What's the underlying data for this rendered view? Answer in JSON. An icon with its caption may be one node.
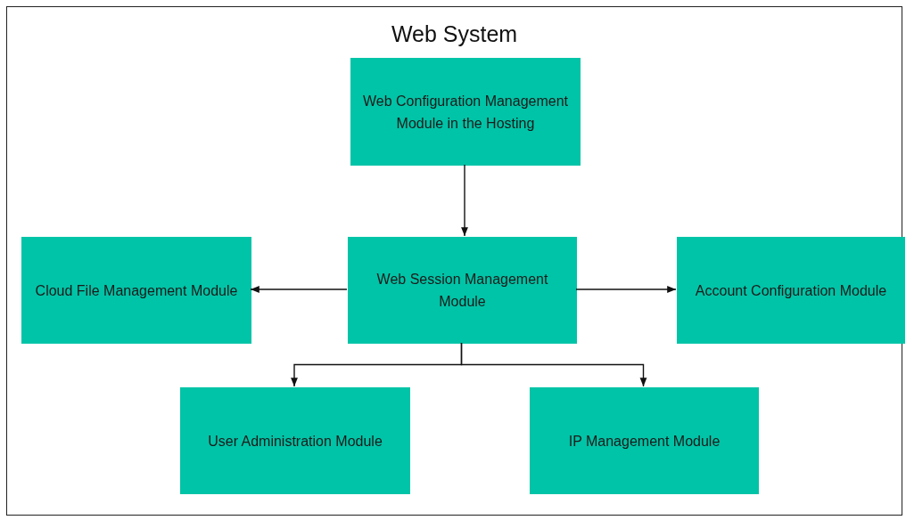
{
  "diagram": {
    "nodes": [
      {
        "text": [
          "Web System"
        ]
      },
      {
        "text": [
          "Web Configuration Management Module in the Hosting"
        ],
        "in": 0
      },
      {
        "text": [
          "Web Session Management Module"
        ],
        "in": 0
      },
      {
        "text": [
          "Cloud File Management Module"
        ],
        "in": 0
      },
      {
        "text": [
          "Account Configuration Module"
        ],
        "in": 0
      },
      {
        "text": [
          "User Administration Module"
        ],
        "in": 0
      },
      {
        "text": [
          "IP Management Module"
        ],
        "in": 0
      }
    ],
    "edges": [
      {
        "from": 1,
        "to": 2,
        "arrow": "to"
      },
      {
        "from": 2,
        "to": 3,
        "arrow": "to"
      },
      {
        "from": 2,
        "to": 4,
        "arrow": "to"
      },
      {
        "from": 2,
        "to": 5,
        "arrow": "to"
      },
      {
        "from": 2,
        "to": 6,
        "arrow": "to"
      }
    ]
  }
}
